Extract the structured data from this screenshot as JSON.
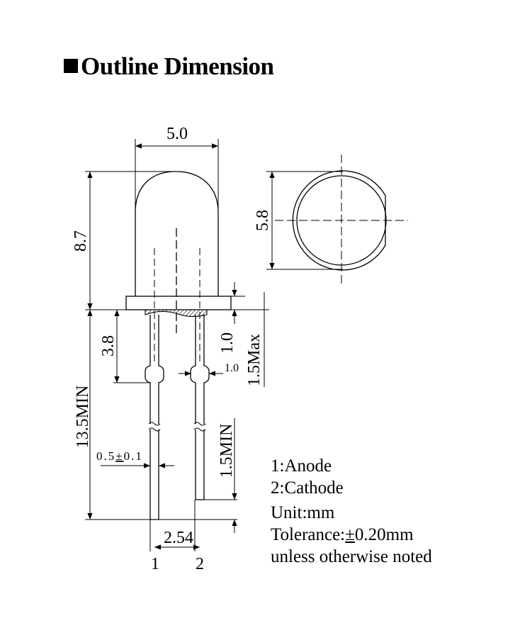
{
  "title": "Outline Dimension",
  "dimensions": {
    "width": "5.0",
    "height": "8.7",
    "flange_diameter": "5.8",
    "flange_thickness": "1.0",
    "lead_standoff": "3.8",
    "kink_width": "1.0",
    "resin_max": "1.5Max",
    "lead_length": "13.5MIN",
    "lead_diff": "1.5MIN",
    "lead_width_value": "0.5",
    "lead_width_pm": "±",
    "lead_width_tol": "0.1",
    "lead_pitch": "2.54"
  },
  "pins": {
    "pin1": "1",
    "pin2": "2"
  },
  "notes": {
    "anode": "1:Anode",
    "cathode": "2:Cathode",
    "unit": "Unit:mm",
    "tolerance_prefix": "Tolerance:",
    "tolerance_pm": "±",
    "tolerance_value": "0.20mm",
    "tolerance_suffix": "unless otherwise noted"
  }
}
